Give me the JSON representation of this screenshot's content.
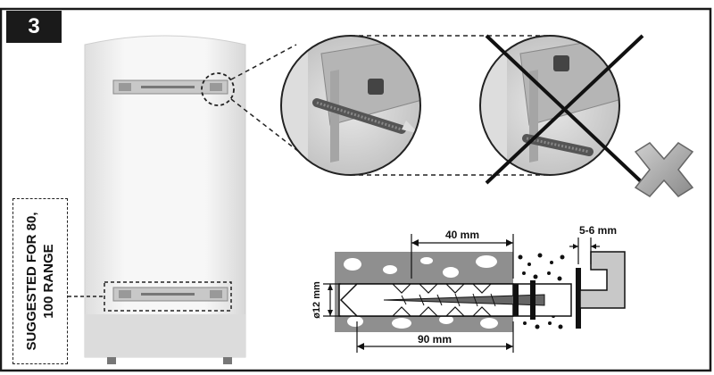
{
  "step": {
    "number": "3"
  },
  "side_label": {
    "line1": "SUGGESTED FOR 80,",
    "line2": "100 RANGE"
  },
  "dimensions": {
    "anchor_depth": "40 mm",
    "total_length": "90 mm",
    "gap": "5-6 mm",
    "diameter": "ø12 mm"
  },
  "colors": {
    "frame": "#1a1a1a",
    "heater_body": "#f2f2f2",
    "heater_base": "#dcdcdc",
    "wall": "#8f8f8f",
    "bad_cross": "#1a1a1a"
  },
  "icons": {
    "wrong": "cross-icon"
  }
}
